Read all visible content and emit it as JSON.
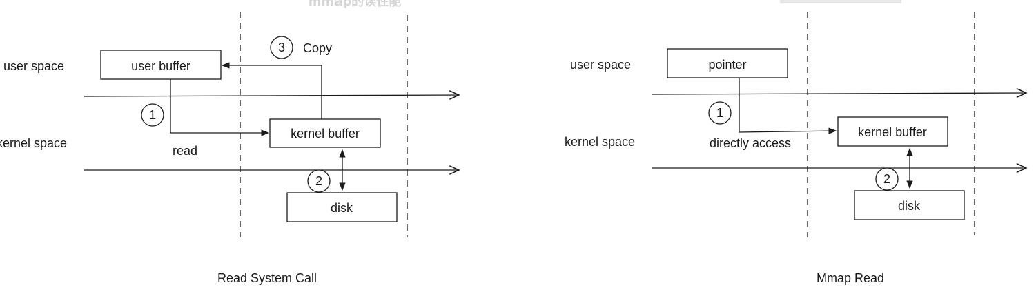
{
  "watermark": "mmap的读性能",
  "left": {
    "user_space_label": "user space",
    "kernel_space_label": "kernel space",
    "user_buffer": "user buffer",
    "kernel_buffer": "kernel buffer",
    "disk": "disk",
    "step1": "1",
    "step1_label": "read",
    "step2": "2",
    "step3": "3",
    "step3_label": "Copy",
    "caption": "Read System Call"
  },
  "right": {
    "user_space_label": "user space",
    "kernel_space_label": "kernel space",
    "pointer": "pointer",
    "kernel_buffer": "kernel buffer",
    "disk": "disk",
    "step1": "1",
    "step1_label": "directly access",
    "step2": "2",
    "caption": "Mmap Read"
  }
}
